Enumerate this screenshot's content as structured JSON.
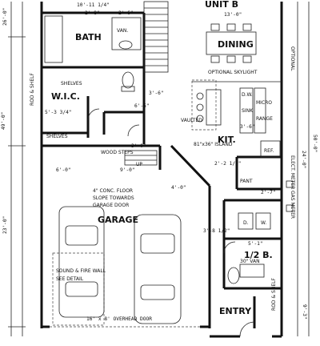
{
  "rooms": {
    "unit": "UNIT B",
    "bath": "BATH",
    "dining": "DINING",
    "wic": "W.I.C.",
    "kit": "KIT.",
    "garage": "GARAGE",
    "half_bath": "1/2 B.",
    "entry": "ENTRY"
  },
  "dimensions": {
    "d_10_11_1_4": "10'-11 1/4\"",
    "d_2_8": "2'-8\"",
    "d_2_6": "2'-6\"",
    "d_13_0": "13'-0\"",
    "d_26_0": "26'-0\"",
    "d_49_0": "49'-0\"",
    "d_23_0": "23'-0\"",
    "d_50_0": "50'-0\"",
    "d_24_0": "24'-0\"",
    "d_5_3_3_4": "5'-3 3/4\"",
    "d_3_6": "3'-6\"",
    "d_3_0": "3'-0\"",
    "d_6_5": "6'-5\"",
    "d_6_0": "6'-0\"",
    "d_9_0": "9'-0\"",
    "d_4_0": "4'-0\"",
    "d_2_2_1_2": "2'-2 1/2\"",
    "d_2_7": "2'-7\"",
    "d_5_1": "5'-1\"",
    "d_3_8_1_2": "3'-8 1/2\"",
    "d_16_8": "16' x 8' OVERHEAD DOOR",
    "d_9_3": "9'-3\""
  },
  "labels": {
    "van": "VAN.",
    "shelves": "SHELVES",
    "shelves2": "SHELVES",
    "rod_shelf": "ROD & SHELF",
    "optional_skylight": "OPTIONAL SKYLIGHT",
    "vaulted": "VAULTED",
    "island": "81\"x36\" ISLAND",
    "sink": "SINK",
    "dw": "D.W.",
    "micro": "MICRO",
    "range": "RANGE",
    "ref": "REF.",
    "pant": "PANT",
    "wood_steps": "WOOD STEPS",
    "up": "UP",
    "conc_floor": "4\" CONC. FLOOR",
    "slope": "SLOPE TOWARDS",
    "garage_door": "GARAGE DOOR",
    "fire_wall_1": "SOUND & FIRE WALL",
    "fire_wall_2": "SEE DETAIL",
    "elec_meter": "ELECT. METER",
    "gas_meter": "GAS METER",
    "optional": "OPTIONAL",
    "dryer": "D.",
    "washer": "W.",
    "half_van": "30\" VAN",
    "rod_shelf2": "ROD & SHELF"
  }
}
